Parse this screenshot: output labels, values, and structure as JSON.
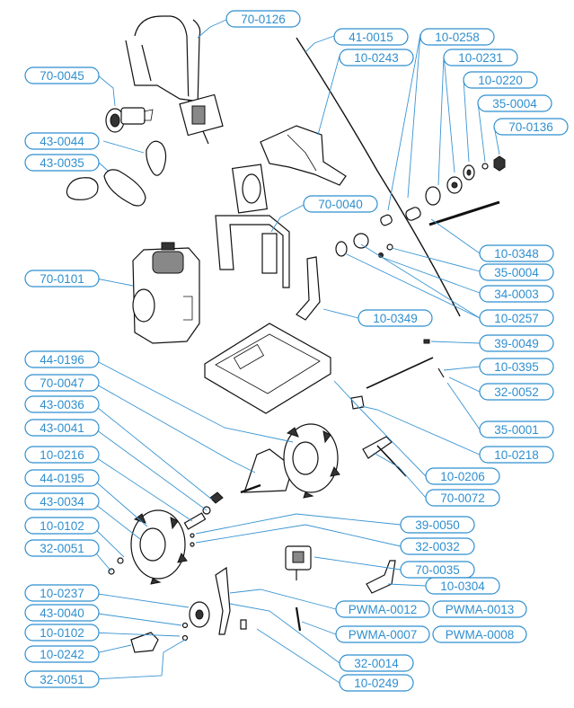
{
  "diagram": {
    "callouts": [
      "70-0126",
      "41-0015",
      "10-0258",
      "70-0045",
      "10-0243",
      "10-0231",
      "10-0220",
      "35-0004",
      "70-0136",
      "43-0044",
      "43-0035",
      "70-0040",
      "10-0348",
      "35-0004",
      "34-0003",
      "70-0101",
      "10-0349",
      "10-0257",
      "39-0049",
      "10-0395",
      "44-0196",
      "32-0052",
      "70-0047",
      "35-0001",
      "43-0036",
      "10-0218",
      "43-0041",
      "10-0206",
      "10-0216",
      "70-0072",
      "44-0195",
      "43-0034",
      "39-0050",
      "10-0102",
      "32-0032",
      "32-0051",
      "70-0035",
      "10-0304",
      "10-0237",
      "PWMA-0012",
      "PWMA-0013",
      "43-0040",
      "10-0102",
      "PWMA-0007",
      "PWMA-0008",
      "10-0242",
      "32-0014",
      "32-0051",
      "10-0249"
    ]
  }
}
